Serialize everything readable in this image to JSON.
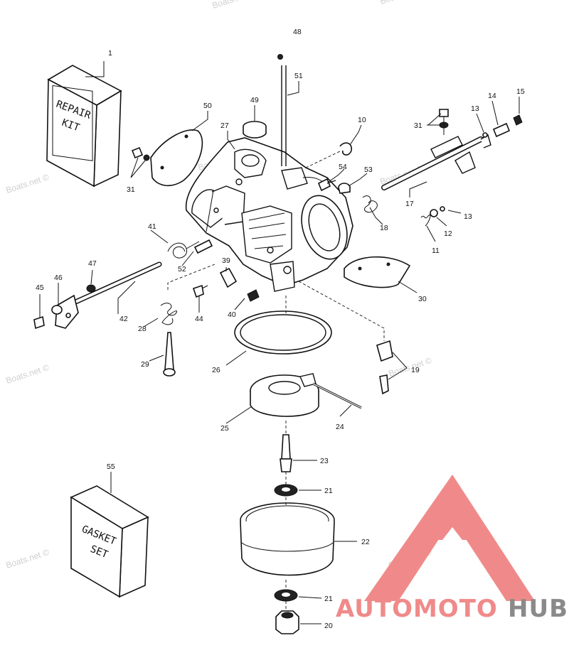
{
  "diagram": {
    "labels": [
      "1",
      "10",
      "11",
      "12",
      "13",
      "13",
      "14",
      "15",
      "17",
      "18",
      "19",
      "20",
      "21",
      "21",
      "22",
      "23",
      "24",
      "25",
      "26",
      "27",
      "28",
      "29",
      "30",
      "31",
      "31",
      "39",
      "40",
      "41",
      "42",
      "44",
      "45",
      "46",
      "47",
      "48",
      "49",
      "50",
      "51",
      "52",
      "53",
      "54",
      "55"
    ],
    "repair_kit_text": [
      "REPAIR",
      "KIT"
    ],
    "gasket_set_text": [
      "GASKET",
      "SET"
    ],
    "watermark": "Boats.net ©",
    "watermark_positions_count": 10
  },
  "logo": {
    "text_part1": "AUTOMOTO",
    "text_part2": "HUB",
    "color_red": "#f08a8a",
    "color_gray": "#8a8a8a"
  },
  "colors": {
    "line": "#111111",
    "background": "#ffffff",
    "watermark": "#cfcfcf"
  }
}
